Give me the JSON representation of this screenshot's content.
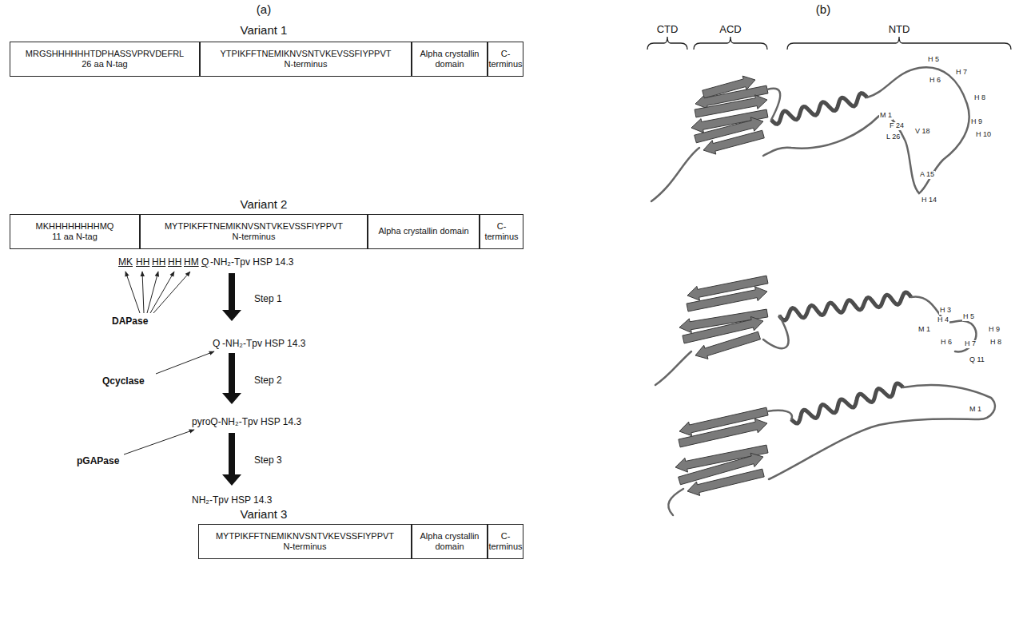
{
  "diagram": {
    "nodes": [
      {
        "text": [
          "MRGSHHHHHHTDPHASSVPRVDEFRL",
          "26 aa N-tag"
        ]
      },
      {
        "text": [
          "YTPIKFFTNEMIKNVSNTVKEVSSFIYPPVT",
          "N-terminus"
        ]
      },
      {
        "text": [
          "Alpha crystallin domain"
        ]
      },
      {
        "text": [
          "C-terminus"
        ]
      },
      {
        "text": [
          "MKHHHHHHHHMQ",
          "11 aa N-tag"
        ]
      },
      {
        "text": [
          "MYTPIKFFTNEMIKNVSNTVKEVSSFIYPPVT",
          "N-terminus"
        ]
      },
      {
        "text": [
          "Alpha crystallin domain"
        ]
      },
      {
        "text": [
          "C-terminus"
        ]
      },
      {
        "text": [
          "MYTPIKFFTNEMIKNVSNTVKEVSSFIYPPVT",
          "N-terminus"
        ]
      },
      {
        "text": [
          "Alpha crystallin domain"
        ]
      },
      {
        "text": [
          "C-terminus"
        ]
      }
    ],
    "labels": [
      "(a)",
      "Variant 1",
      "Variant 2",
      "MK",
      "HH",
      "HH",
      "HH",
      "HM",
      "Q",
      "-NH₂-Tpv HSP 14.3",
      "DAPase",
      "Step 1",
      "Q",
      "-NH₂-Tpv HSP 14.3",
      "Qcyclase",
      "Step 2",
      "pyroQ-NH₂-Tpv HSP 14.3",
      "pGAPase",
      "Step 3",
      "NH₂-Tpv HSP 14.3",
      "Variant 3",
      "(b)",
      "CTD",
      "ACD",
      "NTD",
      "H 5",
      "H 7",
      "H 6",
      "H 8",
      "M 1",
      "F 24",
      "H 9",
      "H 10",
      "L 26",
      "V 18",
      "A 15",
      "H 14",
      "H 3",
      "H 4",
      "H 5",
      "H 9",
      "M 1",
      "H 6",
      "H 7",
      "H 8",
      "Q 11",
      "M 1"
    ]
  }
}
